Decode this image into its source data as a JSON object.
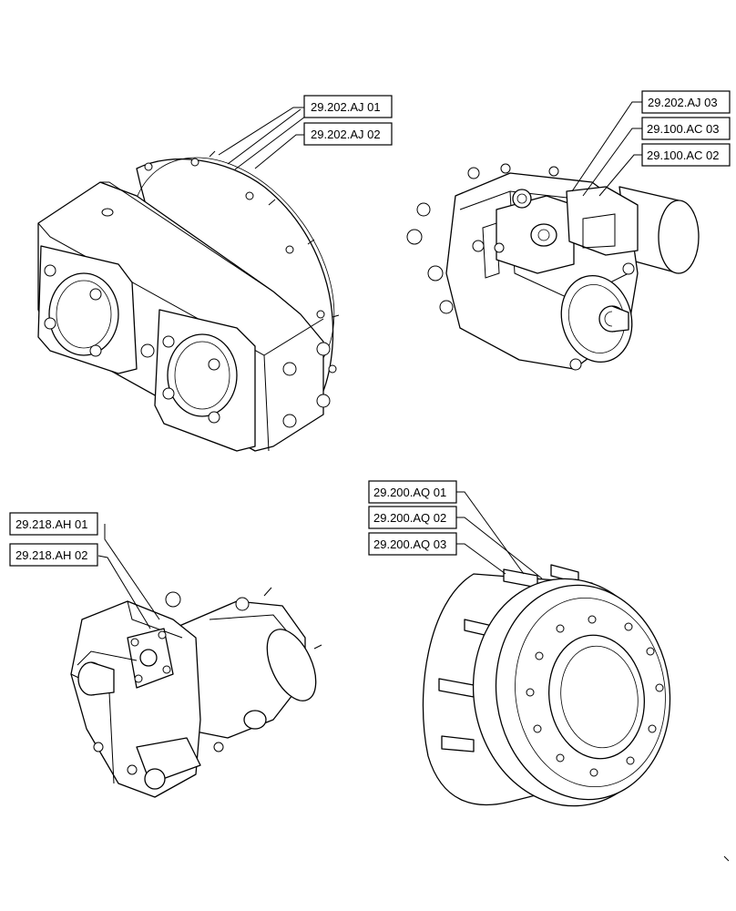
{
  "callouts": {
    "final_drive": [
      "29.202.AJ 01",
      "29.202.AJ 02"
    ],
    "hydrostatic_pump": [
      "29.202.AJ 03",
      "29.100.AC 03",
      "29.100.AC 02"
    ],
    "hydraulic_motor": [
      "29.218.AH 01",
      "29.218.AH 02"
    ],
    "wheel_hub": [
      "29.200.AQ 01",
      "29.200.AQ 02",
      "29.200.AQ 03"
    ]
  }
}
